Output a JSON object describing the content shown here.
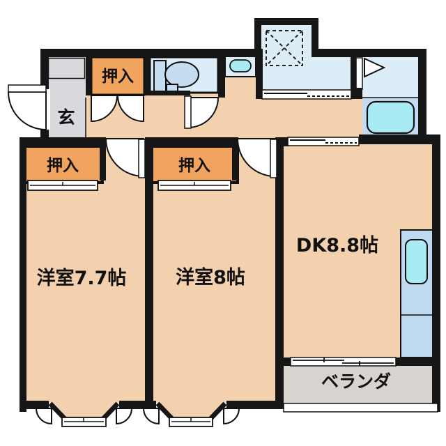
{
  "title": "2DK floor plan",
  "colors": {
    "wall": "#161616",
    "floor": "#F4D1AE",
    "closet": "#F0A45E",
    "entrance_gray": "#D9D9DD",
    "veranda_gray": "#D7D3CE",
    "wet_light": "#DCEDF8",
    "bath_lower": "#C4DCF1",
    "counter": "#BFD9F0",
    "fixture_cyan": "#A9EBF3",
    "toilet_fill": "#C6DDF1",
    "line": "#111111"
  },
  "rooms": {
    "entrance": {
      "label": "玄"
    },
    "hall_closet": {
      "label": "押入"
    },
    "room1": {
      "label": "洋室7.7帖",
      "closet_label": "押入"
    },
    "room2": {
      "label": "洋室8帖",
      "closet_label": "押入"
    },
    "dk": {
      "label": "DK8.8帖"
    },
    "veranda": {
      "label": "ベランダ"
    }
  }
}
